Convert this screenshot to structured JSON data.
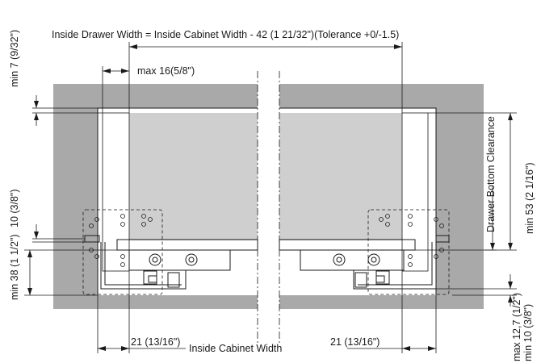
{
  "colors": {
    "cabinet": "#a9a9a9",
    "drawer_box": "#cfcfcf",
    "drawer_side": "#b5b5b5",
    "slide_bar": "#bdbdbd",
    "line": "#1a1a1a"
  },
  "labels": {
    "inside_drawer_width": "Inside Drawer Width = Inside Cabinet Width - 42 (1 21/32\")(Tolerance +0/-1.5)",
    "max_16": "max 16(5/8\")",
    "min_7": "min  7 (9/32\")",
    "ten_3_8": "10 (3/8\")",
    "min_38": "min  38 (1 1/2\")",
    "drawer_bottom_clearance": "Drawer Bottom Clearance",
    "min_53": "min  53 (2 1/16\")",
    "max_12_7": "max 12,7 (1/2\")",
    "min_10": "min 10 (3/8\")",
    "left_21": "21 (13/16\")",
    "inside_cabinet_width": "Inside Cabinet Width",
    "right_21": "21 (13/16\")"
  }
}
